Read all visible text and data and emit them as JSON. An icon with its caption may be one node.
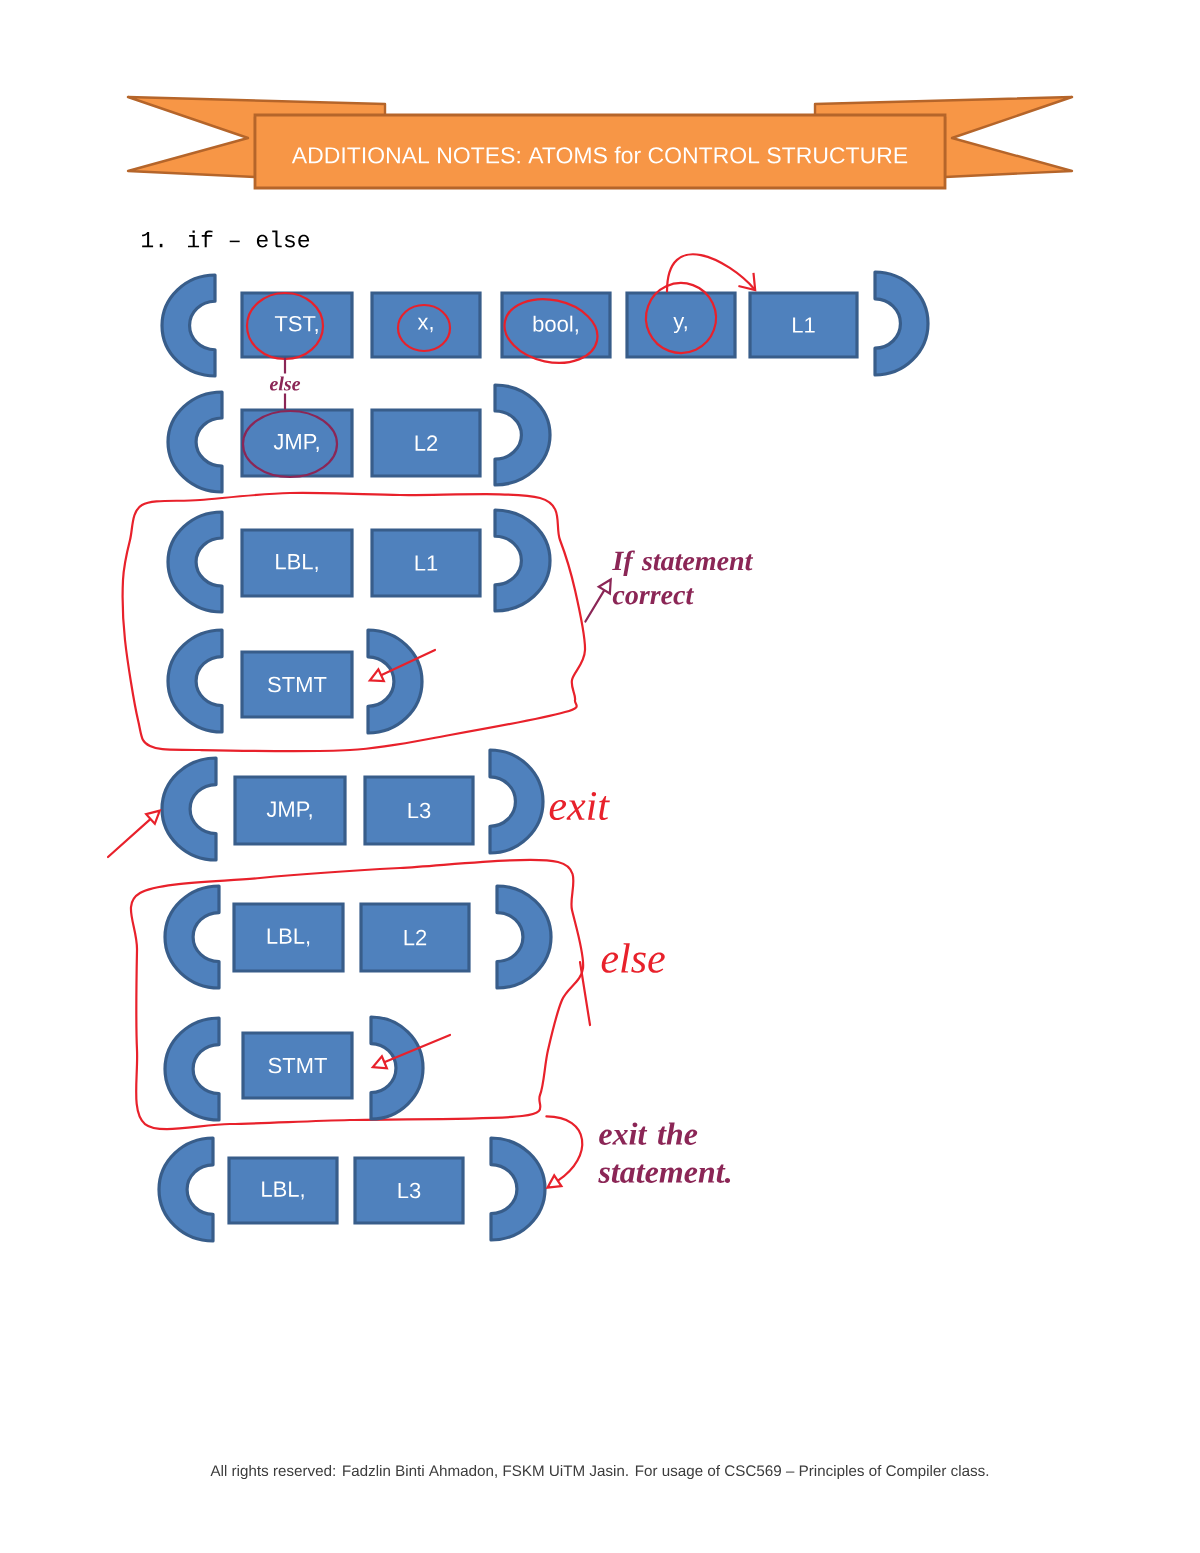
{
  "diagram": {
    "title": "ADDITIONAL NOTES: ATOMS for CONTROL STRUCTURE",
    "nodes": [
      {
        "text": [],
        "shape": "bracket"
      },
      {
        "text": [
          "TST,"
        ]
      },
      {
        "text": [
          "x,"
        ]
      },
      {
        "text": [
          "bool,"
        ]
      },
      {
        "text": [
          "y,"
        ]
      },
      {
        "text": [
          "L1"
        ]
      },
      {
        "text": [],
        "shape": "bracket"
      },
      {
        "text": [],
        "shape": "bracket"
      },
      {
        "text": [
          "JMP,"
        ]
      },
      {
        "text": [
          "L2"
        ]
      },
      {
        "text": [],
        "shape": "bracket"
      },
      {
        "text": [],
        "shape": "outline"
      },
      {
        "text": [],
        "shape": "bracket",
        "in": 11
      },
      {
        "text": [
          "LBL,"
        ],
        "in": 11
      },
      {
        "text": [
          "L1"
        ],
        "in": 11
      },
      {
        "text": [],
        "shape": "bracket",
        "in": 11
      },
      {
        "text": [],
        "shape": "bracket",
        "in": 11
      },
      {
        "text": [
          "STMT"
        ],
        "in": 11
      },
      {
        "text": [],
        "shape": "bracket",
        "in": 11
      },
      {
        "text": [
          "If statement correct"
        ]
      },
      {
        "text": [],
        "shape": "bracket"
      },
      {
        "text": [
          "JMP,"
        ]
      },
      {
        "text": [
          "L3"
        ]
      },
      {
        "text": [],
        "shape": "bracket"
      },
      {
        "text": [],
        "shape": "outline",
        "beside": [
          "else"
        ]
      },
      {
        "text": [],
        "shape": "bracket",
        "in": 24
      },
      {
        "text": [
          "LBL,"
        ],
        "in": 24
      },
      {
        "text": [
          "L2"
        ],
        "in": 24
      },
      {
        "text": [],
        "shape": "bracket",
        "in": 24
      },
      {
        "text": [],
        "shape": "bracket",
        "in": 24
      },
      {
        "text": [
          "STMT"
        ],
        "in": 24
      },
      {
        "text": [],
        "shape": "bracket",
        "in": 24
      },
      {
        "text": [],
        "shape": "bracket"
      },
      {
        "text": [
          "LBL,"
        ]
      },
      {
        "text": [
          "L3"
        ]
      },
      {
        "text": [],
        "shape": "bracket"
      }
    ],
    "edges": [
      {
        "from": 1,
        "to": 8,
        "arrow": "none",
        "label": "else",
        "color": "#8b2656"
      },
      {
        "from": 4,
        "to": 5,
        "arrow": "to"
      },
      {
        "from": 11,
        "to": 19,
        "arrow": "to",
        "color": "#8b2656"
      },
      {
        "from": null,
        "to": 18,
        "arrow": "to"
      },
      {
        "from": null,
        "to": 20,
        "arrow": "to"
      },
      {
        "from": null,
        "to": 31,
        "arrow": "to"
      },
      {
        "from": 24,
        "to": 35,
        "arrow": "to"
      }
    ],
    "labels": [
      "1. if – else",
      "exit",
      "exit the statement.",
      "All rights reserved: Fadzlin Binti Ahmadon, FSKM UiTM Jasin. For usage of CSC569 – Principles of Compiler class."
    ]
  }
}
